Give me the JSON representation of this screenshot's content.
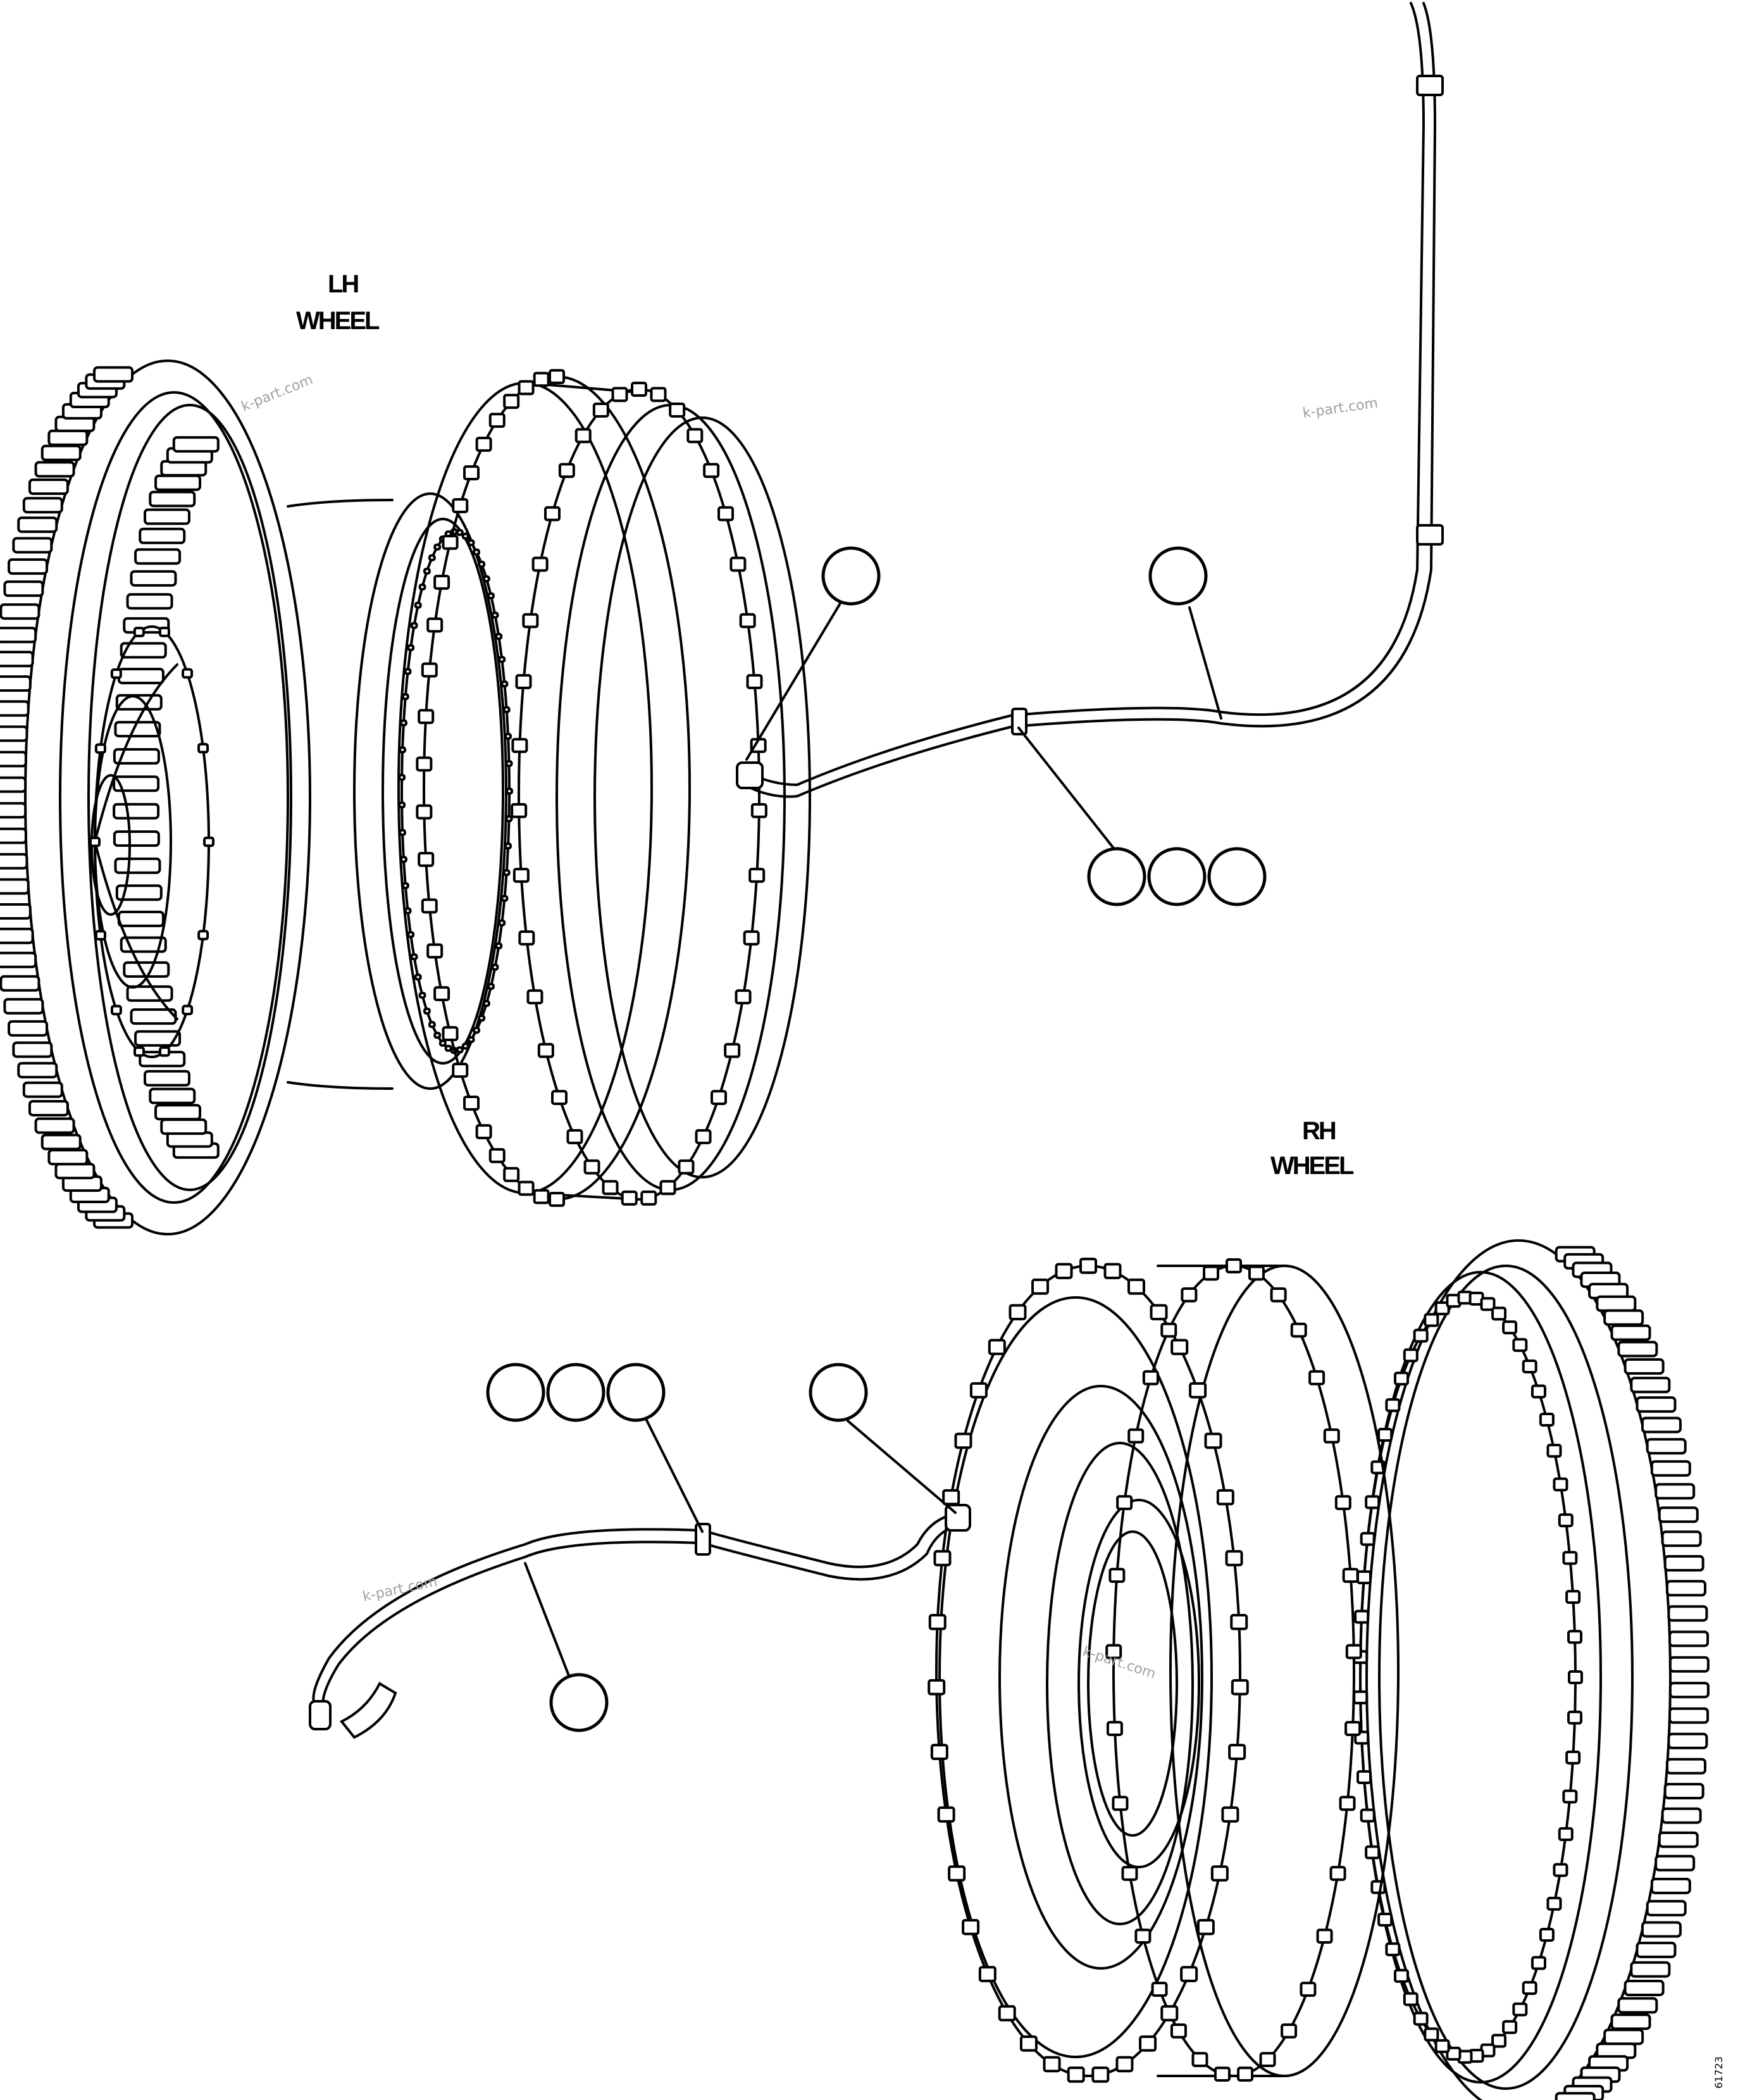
{
  "labels": {
    "lh_line1": "LH",
    "lh_line2": "WHEEL",
    "rh_line1": "RH",
    "rh_line2": "WHEEL"
  },
  "watermark": "k-part.com",
  "reference_code": "61723"
}
